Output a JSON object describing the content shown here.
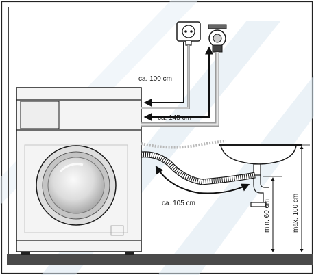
{
  "labels": {
    "power_cord_length": "ca. 100 cm",
    "inlet_hose_length": "ca. 145 cm",
    "drain_hose_length": "ca. 105 cm",
    "drain_min_height": "min. 60 cm",
    "drain_max_height": "max. 100 cm"
  },
  "colors": {
    "outline": "#1a1a1a",
    "machine_body": "#f4f4f4",
    "floor": "#4a4a4a",
    "watermark": "#cfe0ee",
    "hose_gray": "#b8b8b8"
  },
  "icons": {
    "power_outlet": "outlet-icon",
    "water_tap": "tap-icon",
    "sink": "sink-icon"
  }
}
